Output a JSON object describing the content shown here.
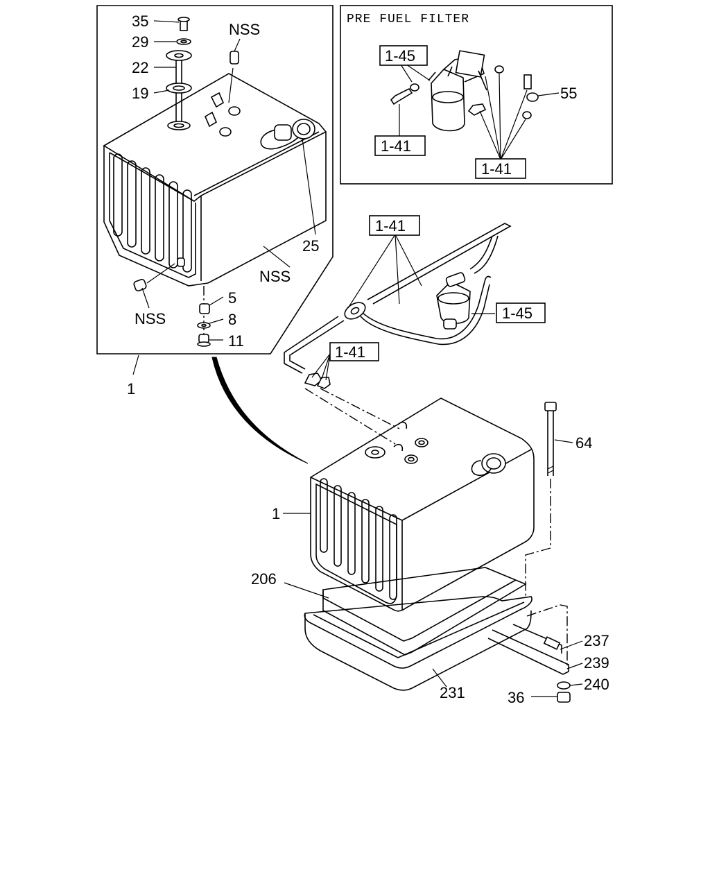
{
  "inset_title": "PRE FUEL FILTER",
  "labels": {
    "l35": "35",
    "l29": "29",
    "l22": "22",
    "l19": "19",
    "nss_top": "NSS",
    "l25": "25",
    "nss_mid": "NSS",
    "nss_left": "NSS",
    "l5": "5",
    "l8": "8",
    "l11": "11",
    "l1_top": "1",
    "l1_main": "1",
    "l64": "64",
    "l206": "206",
    "l231": "231",
    "l237": "237",
    "l239": "239",
    "l240": "240",
    "l36": "36",
    "l55": "55"
  },
  "refs": {
    "inset_145": "1-45",
    "inset_141_left": "1-41",
    "inset_141_right": "1-41",
    "pipe_141_top": "1-41",
    "pipe_145": "1-45",
    "pipe_141_mid": "1-41"
  }
}
